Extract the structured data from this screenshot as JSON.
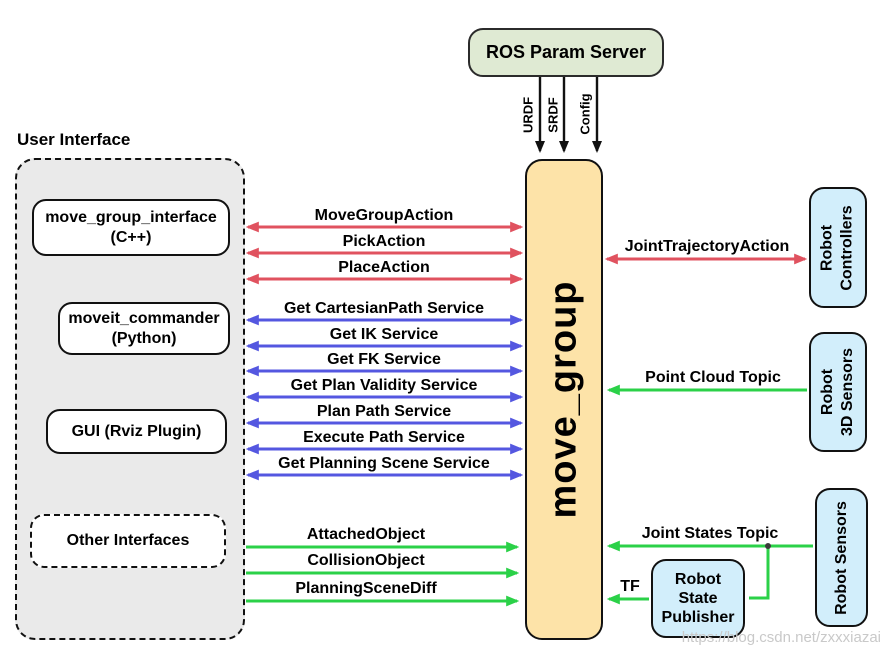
{
  "colors": {
    "action_red": "#e0525f",
    "service_blue": "#5457e0",
    "topic_green": "#2bd148",
    "move_group_fill": "#fde3a8",
    "param_server_fill": "#dfead3",
    "robot_box_fill": "#d2eefb",
    "ui_container_fill": "#eaeaea",
    "line_black": "#111111"
  },
  "param_server": {
    "label": "ROS Param Server",
    "outputs": [
      "URDF",
      "SRDF",
      "Config"
    ]
  },
  "move_group": {
    "label": "move_group"
  },
  "user_interface": {
    "title": "User Interface",
    "boxes": [
      {
        "line1": "move_group_interface",
        "line2": "(C++)"
      },
      {
        "line1": "moveit_commander",
        "line2": "(Python)"
      },
      {
        "line1": "GUI (Rviz Plugin)"
      },
      {
        "line1": "Other Interfaces"
      }
    ]
  },
  "actions": [
    "MoveGroupAction",
    "PickAction",
    "PlaceAction"
  ],
  "services": [
    "Get CartesianPath Service",
    "Get IK Service",
    "Get FK Service",
    "Get Plan Validity Service",
    "Plan Path Service",
    "Execute Path Service",
    "Get Planning Scene Service"
  ],
  "scene_updates": [
    "AttachedObject",
    "CollisionObject",
    "PlanningSceneDiff"
  ],
  "right_side": {
    "joint_trajectory_action": "JointTrajectoryAction",
    "point_cloud_topic": "Point Cloud Topic",
    "joint_states_topic": "Joint States Topic",
    "tf": "TF",
    "robot_controllers": {
      "line1": "Robot",
      "line2": "Controllers"
    },
    "robot_3d_sensors": {
      "line1": "Robot",
      "line2": "3D Sensors"
    },
    "robot_sensors": {
      "line1": "Robot Sensors"
    },
    "robot_state_publisher": {
      "line1": "Robot",
      "line2": "State",
      "line3": "Publisher"
    }
  },
  "watermark": "https://blog.csdn.net/zxxxiazai"
}
